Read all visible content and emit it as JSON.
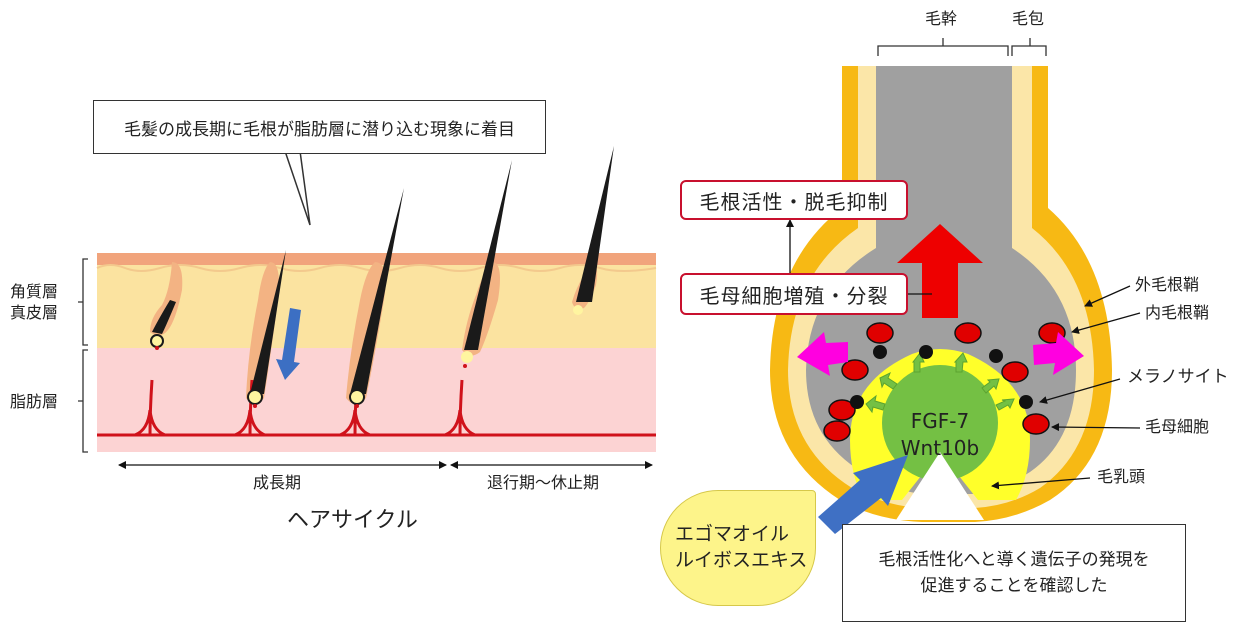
{
  "diagram": {
    "left": {
      "callout": "毛髪の成長期に毛根が脂肪層に潜り込む現象に着目",
      "layer_upper_1": "角質層",
      "layer_upper_2": "真皮層",
      "layer_fat": "脂肪層",
      "phase_growth": "成長期",
      "phase_rest": "退行期～休止期",
      "caption": "ヘアサイクル"
    },
    "right": {
      "label_shaft": "毛幹",
      "label_follicle": "毛包",
      "box_effect_1": "毛根活性・脱毛抑制",
      "box_effect_2": "毛母細胞増殖・分裂",
      "label_outer_sheath": "外毛根鞘",
      "label_inner_sheath": "内毛根鞘",
      "label_melanocyte": "メラノサイト",
      "label_matrix_cell": "毛母細胞",
      "label_papilla": "毛乳頭",
      "factor_1": "FGF-7",
      "factor_2": "Wnt10b",
      "oil_1": "エゴマオイル",
      "oil_2": "ルイボスエキス",
      "result_1": "毛根活性化へと導く遺伝子の発現を",
      "result_2": "促進することを確認した"
    },
    "colors": {
      "epidermis_top": "#f1a47c",
      "dermis": "#fbe3a0",
      "fat_layer": "#fcd3d3",
      "blood_vessel": "#d0121b",
      "hair": "#1a1a1a",
      "down_arrow": "#3c6fc3",
      "follicle_outer": "#f7b914",
      "follicle_inner": "#fbe6a8",
      "hair_shaft": "#a0a0a0",
      "papilla": "#ffff2a",
      "papilla_core": "#74c044",
      "matrix_cell": "#e00000",
      "melanocyte": "#111111",
      "up_arrow": "#ee0000",
      "side_arrow": "#ff00e0",
      "green_arrow": "#74c044",
      "oil_arrow": "#3f70c4"
    }
  }
}
